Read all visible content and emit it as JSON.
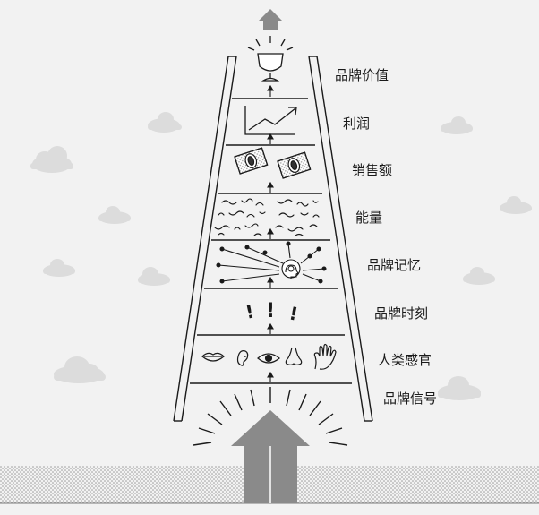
{
  "diagram": {
    "levels": [
      {
        "label": "品牌价值",
        "icon": "trophy-cup-icon"
      },
      {
        "label": "利润",
        "icon": "rising-chart-icon"
      },
      {
        "label": "销售额",
        "icon": "money-bills-icon"
      },
      {
        "label": "能量",
        "icon": "squiggle-energy-icon"
      },
      {
        "label": "品牌记忆",
        "icon": "brain-head-icon"
      },
      {
        "label": "品牌时刻",
        "icon": "exclamation-icon"
      },
      {
        "label": "人类感官",
        "icon": "senses-icon"
      },
      {
        "label": "品牌信号",
        "icon": "big-up-arrow-icon"
      }
    ],
    "exclamations": [
      "!",
      "!",
      "!"
    ],
    "colors": {
      "background": "#f2f2f2",
      "ink": "#1a1a1a",
      "arrow_fill": "#8a8a8a",
      "cloud": "#dcdcdc",
      "ground_dots": "#b0b0b0"
    }
  }
}
